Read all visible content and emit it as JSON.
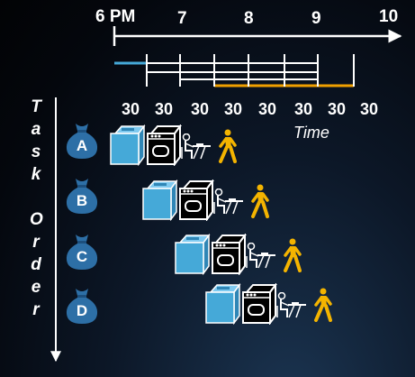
{
  "timeline": {
    "hour_labels": [
      "6 PM",
      "7",
      "8",
      "9",
      "10"
    ]
  },
  "durations": [
    "30",
    "30",
    "30",
    "30",
    "30",
    "30",
    "30",
    "30"
  ],
  "time_axis_label": "Time",
  "task_order_label": [
    "T",
    "a",
    "s",
    "k",
    "O",
    "r",
    "d",
    "e",
    "r"
  ],
  "tasks": [
    "A",
    "B",
    "C",
    "D"
  ],
  "colors": {
    "washer": "#45a9d8",
    "dryer": "#ffffff",
    "walker": "#f4b400",
    "timeline_blue": "#45a9d8",
    "timeline_orange": "#f0a000",
    "bag": "#2d6fa6"
  },
  "icons": [
    "washer-icon",
    "dryer-icon",
    "folder-at-table-icon",
    "walking-person-icon",
    "laundry-bag-icon"
  ]
}
